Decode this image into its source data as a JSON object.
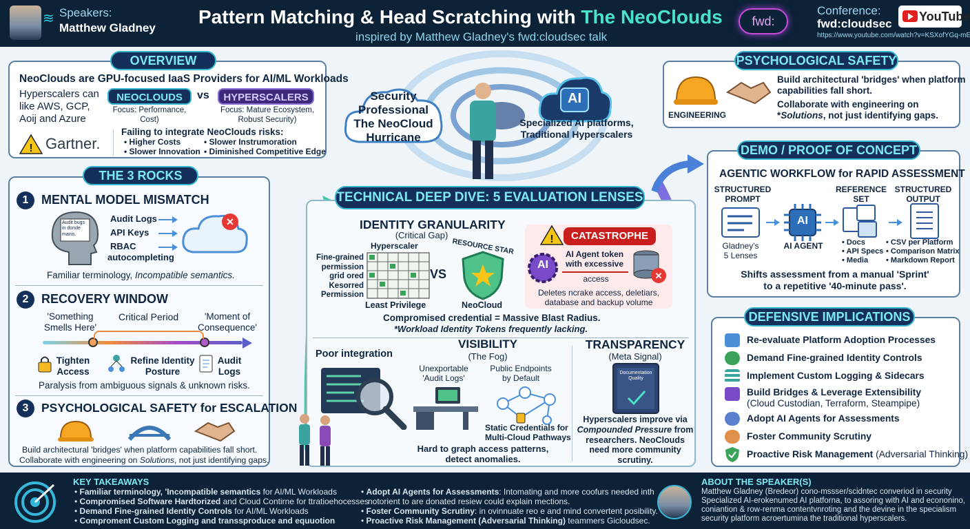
{
  "header": {
    "speaker_label": "Speakers:",
    "speaker_name": "Matthew Gladney",
    "title_main": "Pattern Matching & Head Scratching with ",
    "title_highlight": "The NeoClouds",
    "subtitle": "inspired by Matthew Gladney's fwd:cloudsec talk",
    "fwd_logo": "fwd:",
    "conference_label": "Conference:",
    "conference_name": "fwd:cloudsec",
    "conference_url": "https://www.youtube.com/watch?v=KSXofYGq-mE",
    "youtube_label": "YouTube"
  },
  "overview": {
    "title": "OVERVIEW",
    "line1": "NeoClouds are GPU-focused IaaS Providers for AI/ML Workloads",
    "hyper_line1": "Hyperscalers can",
    "hyper_line2": "like AWS, GCP,",
    "hyper_line3": "Aoij and Azure",
    "neo_tag": "NEOCLOUDS",
    "vs": "vs",
    "hyper_tag": "HYPERSCALERS",
    "neo_focus": "Focus: Performance,\nCost)",
    "hyper_focus": "Focus: Mature Ecosystem,\nRobust Security)",
    "gartner": "Gartner.",
    "risks_title": "Failing to integrate NeoClouds risks:",
    "risks": [
      "• Higher Costs",
      "• Slower Innovation",
      "• Slower Instrumoration",
      "• Diminished Competitive Edge"
    ]
  },
  "hurricane": {
    "cloud_text": "Security\nProfessional\nThe NeoCloud\nHurricane",
    "ai_label": "AI",
    "ai_caption": "Specialized AI platforms,\nTraditional Hyperscalers"
  },
  "rocks": {
    "title": "THE 3 ROCKS",
    "r1_num": "1",
    "r1_title": "MENTAL MODEL MISMATCH",
    "r1_head_text": "Audit bugs\nin donde\nmanis.",
    "r1_items": [
      "Audit Logs",
      "API Keys",
      "RBAC",
      "autocompleting"
    ],
    "r1_caption_a": "Familiar terminology, ",
    "r1_caption_b": "Incompatible semantics.",
    "r2_num": "2",
    "r2_title": "RECOVERY WINDOW",
    "r2_left": "'Something\nSmells Here'",
    "r2_mid": "Critical Period",
    "r2_right": "'Moment of\nConsequence'",
    "r2_actions": [
      "Tighten\nAccess",
      "Refine Identity\nPosture",
      "Audit\nLogs"
    ],
    "r2_caption": "Paralysis from ambiguous signals & unknown risks.",
    "r3_num": "3",
    "r3_title": "PSYCHOLOGICAL SAFETY for ESCALATION",
    "r3_line1": "Build architectural 'bridges' when platform capabilities fall short.",
    "r3_line2a": "Collaborate with engineering on ",
    "r3_line2b": "Solutions",
    "r3_line2c": ", not just identifying gaps."
  },
  "deep_dive": {
    "title": "TECHNICAL DEEP DIVE: 5 EVALUATION LENSES",
    "idg_title": "IDENTITY GRANULARITY",
    "idg_sub": "(Critical Gap)",
    "fine_grained": "Fine-grained\npermission\ngrid ored\nKesorred\nPermission",
    "hyperscaler": "Hyperscaler",
    "least_priv": "Least Privilege",
    "vs": "VS",
    "resource_star": "RESOURCE STAR",
    "neocloud": "NeoCloud",
    "catastrophe": "CATASTROPHE",
    "cat_ai": "AI",
    "cat_text1": "AI Agent token\nwith excessive",
    "cat_text2": "access",
    "cat_caption": "Deletes ncrake access, deletiars,\ndatabase and backup volume",
    "blast": "Compromised credential = Massive Blast Radius.",
    "workload": "*Workload Identity Tokens frequently lacking.",
    "poor_integration": "Poor integration",
    "vis_title": "VISIBILITY",
    "vis_sub": "(The Fog)",
    "unexportable": "Unexportable\n'Audit Logs'",
    "public_endpoints": "Public Endpoints\nby Default",
    "static_creds": "Static Credentials for\nMulti-Cloud Pathways",
    "hard_graph": "Hard to graph access patterns,\ndetect anomalies.",
    "trans_title": "TRANSPARENCY",
    "trans_sub": "(Meta Signal)",
    "book_text": "Documentation\nQuality",
    "trans_text_a": "Hyperscalers improve via\n",
    "trans_text_b": "Compounded Pressure",
    "trans_text_c": " from\nresearchers. NeoClouds\nneed more community\nscrutiny."
  },
  "psych": {
    "title": "PSYCHOLOGICAL SAFETY",
    "engineering": "ENGINEERING",
    "line1": "Build architectural 'bridges' when platform\ncapabilities fall short.",
    "line2a": "Collaborate with engineering on\n*",
    "line2b": "Solutions",
    "line2c": ", not just identifying gaps."
  },
  "demo": {
    "title": "DEMO / PROOF OF CONCEPT",
    "workflow": "AGENTIC WORKFLOW for RAPID ASSESSMENT",
    "col1": "STRUCTURED\nPROMPT",
    "col2": "REFERENCE\nSET",
    "col3": "STRUCTURED\nOUTPUT",
    "ai_chip": "AI",
    "lenses": "Gladney's\n5 Lenses",
    "agent": "AI AGENT",
    "ref_items": "• Docs\n• API Specs\n• Media",
    "out_items": "• CSV per Platform\n• Comparison Matrix\n• Markdown Report",
    "shift": "Shifts assessment from a manual 'Sprint'\nto a repetitive '40-minute pass'."
  },
  "defensive": {
    "title": "DEFENSIVE IMPLICATIONS",
    "items": [
      "Re-evaluate Platform Adoption Processes",
      "Demand Fine-grained Identity Controls",
      "Implement Custom Logging & Sidecars",
      "Build Bridges & Leverage Extensibility",
      "Adopt AI Agents for Assessments",
      "Foster Community Scrutiny",
      "Proactive Risk Management"
    ],
    "item4_sub": "(Cloud Custodian, Terraform, Steampipe)",
    "item7_sub": " (Adversarial Thinking)"
  },
  "footer": {
    "takeaways_title": "KEY TAKEAWAYS",
    "t1a": "Familiar terminology, 'Incompatible semantics",
    "t1b": " for AI/ML Workloads",
    "t2a": "Compromised Software Hardtorized",
    "t2b": " and Cloud Contirne for ttratioehocesses",
    "t3a": "Demand Fine-grained Identity Controls",
    "t3b": " for AI/ML Workloads",
    "t4": "Comproment Custom Logging and transsproduce and equuotion",
    "t5a": "Adopt AI Agents for Assessments",
    "t5b": ": Intomating and more coofurs needed inth",
    "t5c": "notorient to are donated resiew could explain mections.",
    "t6a": "Foster Community Scrutiny",
    "t6b": ": in ovinnuate reo e and mind convertent posibility.",
    "t7a": "Proactive Risk Management (Adversarial Thinking)",
    "t7b": " teammers Gicloudsec.",
    "about_title": "ABOUT THE SPEAKER(S)",
    "about_text": "Matthew Gladney (Bredeor) cono-mssser/scidntec converiod in security\nSpecialized AI-erokenumed AI platforna, to assoring with AI and econonino,\nconiantion & row-renma contentvnroting and the devine in the specialism\nsecurity platform acroertumina the traditional hyperscalers."
  },
  "colors": {
    "navy": "#14305a",
    "teal": "#4be3c8",
    "danger": "#e53935",
    "accent": "#34b6d0"
  }
}
